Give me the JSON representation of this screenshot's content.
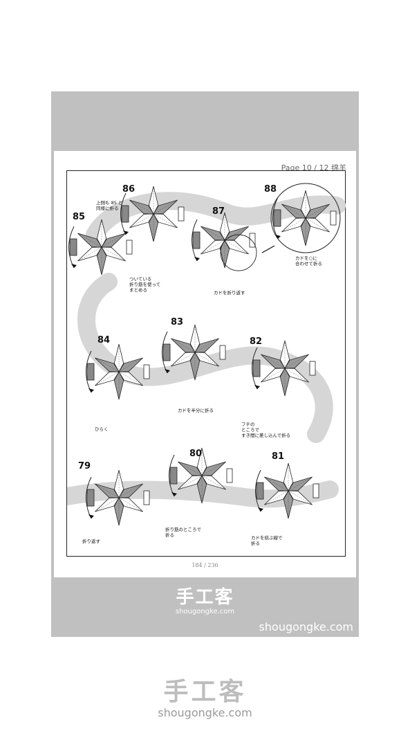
{
  "page": {
    "header": "Page 10 / 12 绵羊",
    "page_number": "184 / 236"
  },
  "steps": [
    {
      "id": "s85",
      "number": "85",
      "caption": [
        "ついている",
        "折り筋を使って",
        "まとめる"
      ]
    },
    {
      "id": "s86",
      "number": "86",
      "caption": [
        "上側も 85 と",
        "同様に折る"
      ]
    },
    {
      "id": "s87",
      "number": "87",
      "caption": [
        "カドを折り返す"
      ]
    },
    {
      "id": "s88",
      "number": "88",
      "caption": [
        "カドを○に",
        "合わせて折る"
      ]
    },
    {
      "id": "s84",
      "number": "84",
      "caption": [
        "ひらく"
      ]
    },
    {
      "id": "s83",
      "number": "83",
      "caption": [
        "カドを半分に折る"
      ]
    },
    {
      "id": "s82",
      "number": "82",
      "caption": [
        "フチの",
        "ところで",
        "すき間に差し込んで折る"
      ]
    },
    {
      "id": "s79",
      "number": "79",
      "caption": [
        "折り返す"
      ]
    },
    {
      "id": "s80",
      "number": "80",
      "caption": [
        "折り筋のところで",
        "折る"
      ]
    },
    {
      "id": "s81",
      "number": "81",
      "caption": [
        "カドを結ぶ線で",
        "折る"
      ]
    }
  ],
  "watermarks": {
    "frame_logo_cn": "手工客",
    "frame_logo_url": "shougongke.com",
    "frame_corner": "shougongke.com",
    "bottom_logo_cn": "手工客",
    "bottom_logo_url": "shougongke.com"
  }
}
